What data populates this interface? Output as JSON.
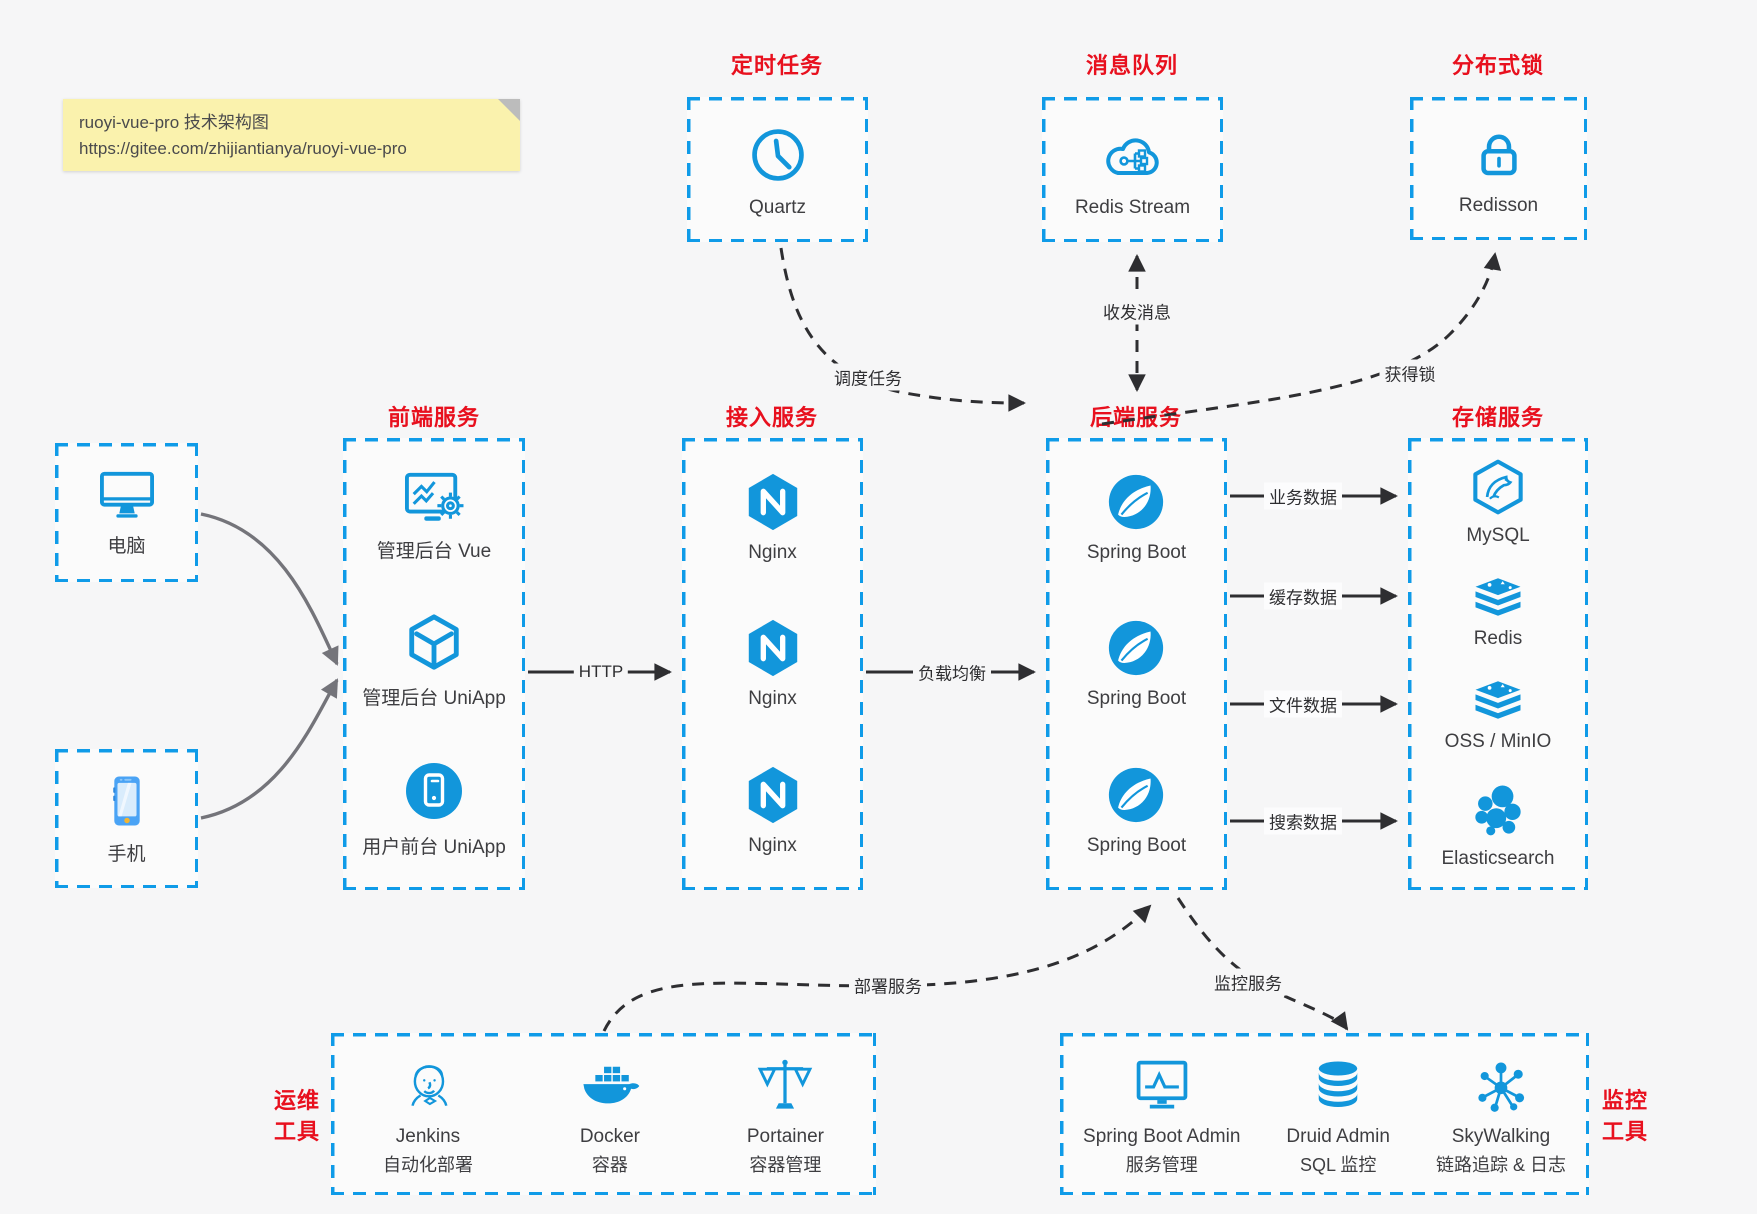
{
  "colors": {
    "accent_blue": "#1296DB",
    "border_blue": "#0F9BE8",
    "title_red": "#E8101E",
    "text_dark": "#3E3E41",
    "arrow_dark": "#2E2E31",
    "arrow_gray": "#74747A",
    "note_bg": "#FAF2AD",
    "page_bg": "#F6F6F7"
  },
  "note": {
    "title": "ruoyi-vue-pro 技术架构图",
    "url": "https://gitee.com/zhijiantianya/ruoyi-vue-pro"
  },
  "top_services": {
    "scheduler": {
      "title": "定时任务",
      "item": {
        "label": "Quartz",
        "icon": "clock-icon"
      }
    },
    "mq": {
      "title": "消息队列",
      "item": {
        "label": "Redis Stream",
        "icon": "cloud-stream-icon"
      }
    },
    "lock": {
      "title": "分布式锁",
      "item": {
        "label": "Redisson",
        "icon": "lock-icon"
      }
    }
  },
  "clients": {
    "pc": {
      "label": "电脑",
      "icon": "desktop-icon"
    },
    "mobile": {
      "label": "手机",
      "icon": "smartphone-icon"
    }
  },
  "frontend": {
    "title": "前端服务",
    "items": [
      {
        "label": "管理后台 Vue",
        "icon": "admin-vue-icon"
      },
      {
        "label": "管理后台 UniApp",
        "icon": "uniapp-cube-icon"
      },
      {
        "label": "用户前台 UniApp",
        "icon": "user-app-icon"
      }
    ]
  },
  "gateway": {
    "title": "接入服务",
    "items": [
      {
        "label": "Nginx",
        "icon": "nginx-icon"
      },
      {
        "label": "Nginx",
        "icon": "nginx-icon"
      },
      {
        "label": "Nginx",
        "icon": "nginx-icon"
      }
    ]
  },
  "backend": {
    "title": "后端服务",
    "items": [
      {
        "label": "Spring Boot",
        "icon": "spring-icon"
      },
      {
        "label": "Spring Boot",
        "icon": "spring-icon"
      },
      {
        "label": "Spring Boot",
        "icon": "spring-icon"
      }
    ]
  },
  "storage": {
    "title": "存储服务",
    "items": [
      {
        "label": "MySQL",
        "icon": "mysql-icon"
      },
      {
        "label": "Redis",
        "icon": "redis-stack-icon"
      },
      {
        "label": "OSS / MinIO",
        "icon": "oss-stack-icon"
      },
      {
        "label": "Elasticsearch",
        "icon": "elasticsearch-icon"
      }
    ]
  },
  "edges": {
    "http": "HTTP",
    "load_balance": "负载均衡",
    "schedule": "调度任务",
    "messaging": "收发消息",
    "acquire_lock": "获得锁",
    "business_data": "业务数据",
    "cache_data": "缓存数据",
    "file_data": "文件数据",
    "search_data": "搜索数据",
    "deploy": "部署服务",
    "monitor": "监控服务"
  },
  "ops": {
    "side_label_line1": "运维",
    "side_label_line2": "工具",
    "items": [
      {
        "name": "Jenkins",
        "desc": "自动化部署",
        "icon": "jenkins-icon"
      },
      {
        "name": "Docker",
        "desc": "容器",
        "icon": "docker-icon"
      },
      {
        "name": "Portainer",
        "desc": "容器管理",
        "icon": "portainer-scales-icon"
      }
    ]
  },
  "monitoring": {
    "side_label_line1": "监控",
    "side_label_line2": "工具",
    "items": [
      {
        "name": "Spring Boot Admin",
        "desc": "服务管理",
        "icon": "spring-boot-admin-icon"
      },
      {
        "name": "Druid Admin",
        "desc": "SQL 监控",
        "icon": "druid-database-icon"
      },
      {
        "name": "SkyWalking",
        "desc": "链路追踪 & 日志",
        "icon": "skywalking-icon"
      }
    ]
  }
}
